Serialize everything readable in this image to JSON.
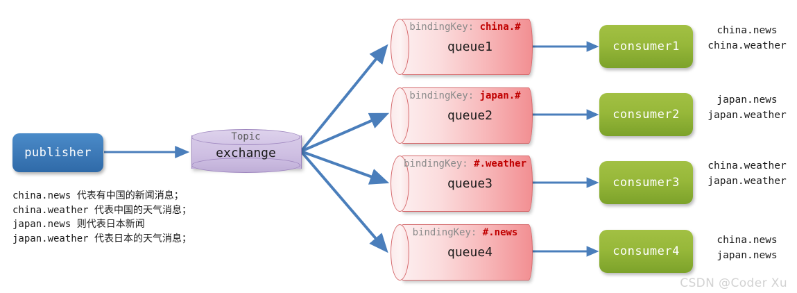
{
  "diagram": {
    "title": "RabbitMQ Topic Exchange routing diagram",
    "publisher": {
      "label": "publisher"
    },
    "exchange": {
      "type_label": "Topic",
      "label": "exchange"
    },
    "queues": [
      {
        "binding_label": "bindingKey:",
        "binding_key": "china.#",
        "name": "queue1"
      },
      {
        "binding_label": "bindingKey:",
        "binding_key": "japan.#",
        "name": "queue2"
      },
      {
        "binding_label": "bindingKey:",
        "binding_key": "#.weather",
        "name": "queue3"
      },
      {
        "binding_label": "bindingKey:",
        "binding_key": "#.news",
        "name": "queue4"
      }
    ],
    "consumers": [
      {
        "label": "consumer1"
      },
      {
        "label": "consumer2"
      },
      {
        "label": "consumer3"
      },
      {
        "label": "consumer4"
      }
    ],
    "routing_key_labels": [
      {
        "line1": "china.news",
        "line2": "china.weather"
      },
      {
        "line1": "japan.news",
        "line2": "japan.weather"
      },
      {
        "line1": "china.weather",
        "line2": "japan.weather"
      },
      {
        "line1": "china.news",
        "line2": "japan.news"
      }
    ],
    "description": "china.news 代表有中国的新闻消息；\nchina.weather 代表中国的天气消息；\njapan.news 则代表日本新闻\njapan.weather 代表日本的天气消息；",
    "watermark": "CSDN @Coder Xu",
    "colors": {
      "publisher_blue": "#3f7cba",
      "exchange_purple": "#cfc0e3",
      "queue_pink": "#f7b4b6",
      "consumer_green": "#97b83a",
      "arrow_blue": "#4a7ebb",
      "binding_key_red": "#c00000",
      "binding_label_gray": "#8a8a8a",
      "watermark_gray": "#d2d2d2"
    }
  }
}
